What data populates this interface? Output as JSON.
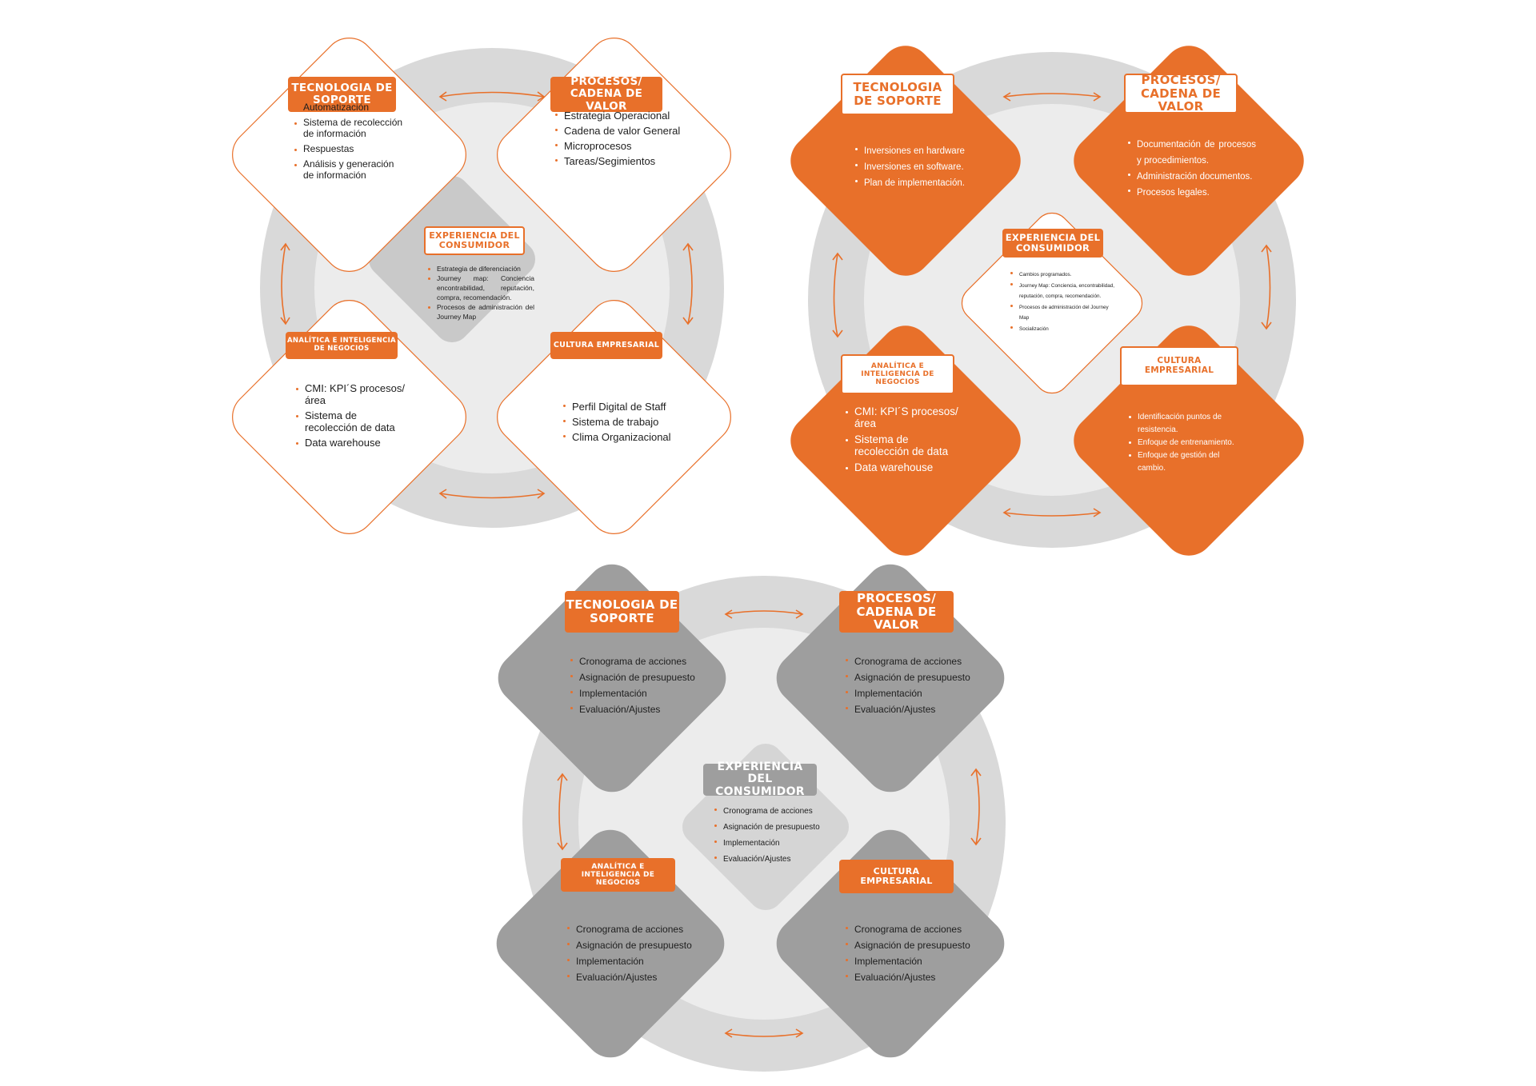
{
  "colors": {
    "orange": "#e8702a",
    "grey_dark": "#9e9e9e",
    "grey_mid": "#d9d9d9",
    "grey_light": "#ececec",
    "white": "#ffffff"
  },
  "diagrams": [
    {
      "variant": "outline",
      "tecnologia": {
        "title": "TECNOLOGIA DE SOPORTE",
        "items": [
          "Automatización",
          "Sistema de recolección de información",
          "Respuestas",
          "Análisis y generación de información"
        ]
      },
      "procesos": {
        "title": "PROCESOS/ CADENA DE VALOR",
        "items": [
          "Estrategia Operacional",
          "Cadena de valor General",
          "Microprocesos",
          "Tareas/Segimientos"
        ]
      },
      "experiencia": {
        "title": "EXPERIENCIA DEL CONSUMIDOR",
        "items": [
          "Estrategia de diferenciación",
          "Journey map: Conciencia encontrabilidad, reputación, compra, recomendación.",
          "Procesos de administración del Journey Map"
        ]
      },
      "analitica": {
        "title": "ANALÍTICA E INTELIGENCIA DE NEGOCIOS",
        "items": [
          "CMI: KPI´S procesos/área",
          "Sistema de recolección de data",
          "Data warehouse"
        ]
      },
      "cultura": {
        "title": "CULTURA EMPRESARIAL",
        "items": [
          "Perfil Digital de Staff",
          "Sistema de trabajo",
          "Clima Organizacional"
        ]
      }
    },
    {
      "variant": "filled",
      "tecnologia": {
        "title": "TECNOLOGIA DE SOPORTE",
        "items": [
          "Inversiones en hardware",
          "Inversiones en software.",
          "Plan de implementación."
        ]
      },
      "procesos": {
        "title": "PROCESOS/ CADENA DE VALOR",
        "items": [
          "Documentación de procesos y procedimientos.",
          "Administración documentos.",
          "Procesos legales."
        ]
      },
      "experiencia": {
        "title": "EXPERIENCIA DEL CONSUMIDOR",
        "items": [
          "Cambios programados.",
          "Journey Map: Conciencia, encontrabilidad, reputación, compra, recomendación.",
          "Procesos de administración del Journey Map",
          "Socialización"
        ]
      },
      "analitica": {
        "title": "ANALÍTICA E INTELIGENCIA DE NEGOCIOS",
        "items": [
          "CMI: KPI´S procesos/área",
          "Sistema de recolección de data",
          "Data warehouse"
        ]
      },
      "cultura": {
        "title": "CULTURA EMPRESARIAL",
        "items": [
          "Identificación puntos de resistencia.",
          "Enfoque de entrenamiento.",
          "Enfoque de gestión del cambio."
        ]
      }
    },
    {
      "variant": "grey",
      "tecnologia": {
        "title": "TECNOLOGIA DE SOPORTE",
        "items": [
          "Cronograma de acciones",
          "Asignación de presupuesto",
          "Implementación",
          "Evaluación/Ajustes"
        ]
      },
      "procesos": {
        "title": "PROCESOS/ CADENA DE VALOR",
        "items": [
          "Cronograma de acciones",
          "Asignación de presupuesto",
          "Implementación",
          "Evaluación/Ajustes"
        ]
      },
      "experiencia": {
        "title": "EXPERIENCIA DEL CONSUMIDOR",
        "items": [
          "Cronograma de acciones",
          "Asignación de presupuesto",
          "Implementación",
          "Evaluación/Ajustes"
        ]
      },
      "analitica": {
        "title": "ANALÍTICA E INTELIGENCIA DE NEGOCIOS",
        "items": [
          "Cronograma de acciones",
          "Asignación de presupuesto",
          "Implementación",
          "Evaluación/Ajustes"
        ]
      },
      "cultura": {
        "title": "CULTURA EMPRESARIAL",
        "items": [
          "Cronograma de acciones",
          "Asignación de presupuesto",
          "Implementación",
          "Evaluación/Ajustes"
        ]
      }
    }
  ]
}
